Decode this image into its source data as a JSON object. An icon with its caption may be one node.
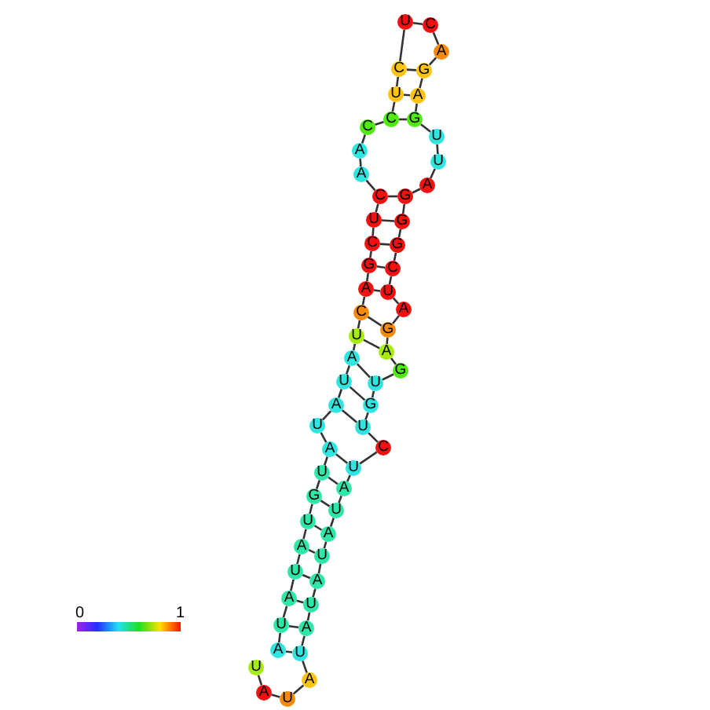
{
  "diagram": {
    "nodes": [
      {
        "text": [
          "A"
        ]
      },
      {
        "text": [
          "U"
        ]
      },
      {
        "text": [
          "A"
        ]
      },
      {
        "text": [
          "U"
        ]
      },
      {
        "text": [
          "A"
        ]
      },
      {
        "text": [
          "U"
        ]
      },
      {
        "text": [
          "G"
        ]
      },
      {
        "text": [
          "U"
        ]
      },
      {
        "text": [
          "A"
        ]
      },
      {
        "text": [
          "U"
        ]
      },
      {
        "text": [
          "A"
        ]
      },
      {
        "text": [
          "U"
        ]
      },
      {
        "text": [
          "A"
        ]
      },
      {
        "text": [
          "U"
        ]
      },
      {
        "text": [
          "C"
        ]
      },
      {
        "text": [
          "A"
        ]
      },
      {
        "text": [
          "G"
        ]
      },
      {
        "text": [
          "C"
        ]
      },
      {
        "text": [
          "U"
        ]
      },
      {
        "text": [
          "C"
        ]
      },
      {
        "text": [
          "A"
        ]
      },
      {
        "text": [
          "A"
        ]
      },
      {
        "text": [
          "C"
        ]
      },
      {
        "text": [
          "C"
        ]
      },
      {
        "text": [
          "U"
        ]
      },
      {
        "text": [
          "C"
        ]
      },
      {
        "text": [
          "U"
        ]
      },
      {
        "text": [
          "C"
        ]
      },
      {
        "text": [
          "A"
        ]
      },
      {
        "text": [
          "G"
        ]
      },
      {
        "text": [
          "A"
        ]
      },
      {
        "text": [
          "G"
        ]
      },
      {
        "text": [
          "U"
        ]
      },
      {
        "text": [
          "U"
        ]
      },
      {
        "text": [
          "A"
        ]
      },
      {
        "text": [
          "G"
        ]
      },
      {
        "text": [
          "G"
        ]
      },
      {
        "text": [
          "G"
        ]
      },
      {
        "text": [
          "C"
        ]
      },
      {
        "text": [
          "U"
        ]
      },
      {
        "text": [
          "A"
        ]
      },
      {
        "text": [
          "G"
        ]
      },
      {
        "text": [
          "A"
        ]
      },
      {
        "text": [
          "G"
        ]
      },
      {
        "text": [
          "U"
        ]
      },
      {
        "text": [
          "G"
        ]
      },
      {
        "text": [
          "U"
        ]
      },
      {
        "text": [
          "C"
        ]
      },
      {
        "text": [
          "U"
        ]
      },
      {
        "text": [
          "A"
        ]
      },
      {
        "text": [
          "U"
        ]
      },
      {
        "text": [
          "A"
        ]
      },
      {
        "text": [
          "U"
        ]
      },
      {
        "text": [
          "A"
        ]
      },
      {
        "text": [
          "U"
        ]
      },
      {
        "text": [
          "A"
        ]
      },
      {
        "text": [
          "U"
        ]
      },
      {
        "text": [
          "A"
        ]
      },
      {
        "text": [
          "U"
        ]
      },
      {
        "text": [
          "A"
        ]
      },
      {
        "text": [
          "U"
        ]
      }
    ],
    "edges": [
      {
        "from": 0,
        "to": 1,
        "arrow": "none"
      },
      {
        "from": 1,
        "to": 2,
        "arrow": "none"
      },
      {
        "from": 2,
        "to": 3,
        "arrow": "none"
      },
      {
        "from": 3,
        "to": 4,
        "arrow": "none"
      },
      {
        "from": 4,
        "to": 5,
        "arrow": "none"
      },
      {
        "from": 5,
        "to": 6,
        "arrow": "none"
      },
      {
        "from": 6,
        "to": 7,
        "arrow": "none"
      },
      {
        "from": 7,
        "to": 8,
        "arrow": "none"
      },
      {
        "from": 8,
        "to": 9,
        "arrow": "none"
      },
      {
        "from": 9,
        "to": 10,
        "arrow": "none"
      },
      {
        "from": 10,
        "to": 11,
        "arrow": "none"
      },
      {
        "from": 11,
        "to": 12,
        "arrow": "none"
      },
      {
        "from": 12,
        "to": 13,
        "arrow": "none"
      },
      {
        "from": 13,
        "to": 14,
        "arrow": "none"
      },
      {
        "from": 14,
        "to": 15,
        "arrow": "none"
      },
      {
        "from": 15,
        "to": 16,
        "arrow": "none"
      },
      {
        "from": 16,
        "to": 17,
        "arrow": "none"
      },
      {
        "from": 17,
        "to": 18,
        "arrow": "none"
      },
      {
        "from": 18,
        "to": 19,
        "arrow": "none"
      },
      {
        "from": 19,
        "to": 20,
        "arrow": "none"
      },
      {
        "from": 20,
        "to": 21,
        "arrow": "none"
      },
      {
        "from": 21,
        "to": 22,
        "arrow": "none"
      },
      {
        "from": 22,
        "to": 23,
        "arrow": "none"
      },
      {
        "from": 23,
        "to": 24,
        "arrow": "none"
      },
      {
        "from": 24,
        "to": 25,
        "arrow": "none"
      },
      {
        "from": 25,
        "to": 26,
        "arrow": "none"
      },
      {
        "from": 26,
        "to": 27,
        "arrow": "none"
      },
      {
        "from": 27,
        "to": 28,
        "arrow": "none"
      },
      {
        "from": 28,
        "to": 29,
        "arrow": "none"
      },
      {
        "from": 29,
        "to": 30,
        "arrow": "none"
      },
      {
        "from": 30,
        "to": 31,
        "arrow": "none"
      },
      {
        "from": 31,
        "to": 32,
        "arrow": "none"
      },
      {
        "from": 32,
        "to": 33,
        "arrow": "none"
      },
      {
        "from": 33,
        "to": 34,
        "arrow": "none"
      },
      {
        "from": 34,
        "to": 35,
        "arrow": "none"
      },
      {
        "from": 35,
        "to": 36,
        "arrow": "none"
      },
      {
        "from": 36,
        "to": 37,
        "arrow": "none"
      },
      {
        "from": 37,
        "to": 38,
        "arrow": "none"
      },
      {
        "from": 38,
        "to": 39,
        "arrow": "none"
      },
      {
        "from": 39,
        "to": 40,
        "arrow": "none"
      },
      {
        "from": 40,
        "to": 41,
        "arrow": "none"
      },
      {
        "from": 41,
        "to": 42,
        "arrow": "none"
      },
      {
        "from": 42,
        "to": 43,
        "arrow": "none"
      },
      {
        "from": 43,
        "to": 44,
        "arrow": "none"
      },
      {
        "from": 44,
        "to": 45,
        "arrow": "none"
      },
      {
        "from": 45,
        "to": 46,
        "arrow": "none"
      },
      {
        "from": 46,
        "to": 47,
        "arrow": "none"
      },
      {
        "from": 47,
        "to": 48,
        "arrow": "none"
      },
      {
        "from": 48,
        "to": 49,
        "arrow": "none"
      },
      {
        "from": 49,
        "to": 50,
        "arrow": "none"
      },
      {
        "from": 50,
        "to": 51,
        "arrow": "none"
      },
      {
        "from": 51,
        "to": 52,
        "arrow": "none"
      },
      {
        "from": 52,
        "to": 53,
        "arrow": "none"
      },
      {
        "from": 53,
        "to": 54,
        "arrow": "none"
      },
      {
        "from": 54,
        "to": 55,
        "arrow": "none"
      },
      {
        "from": 55,
        "to": 56,
        "arrow": "none"
      },
      {
        "from": 56,
        "to": 57,
        "arrow": "none"
      },
      {
        "from": 57,
        "to": 58,
        "arrow": "none"
      },
      {
        "from": 58,
        "to": 59,
        "arrow": "none"
      },
      {
        "from": 59,
        "to": 60,
        "arrow": "none"
      },
      {
        "from": 25,
        "to": 29,
        "arrow": "none"
      },
      {
        "from": 24,
        "to": 30,
        "arrow": "none"
      },
      {
        "from": 23,
        "to": 31,
        "arrow": "none"
      },
      {
        "from": 19,
        "to": 35,
        "arrow": "none"
      },
      {
        "from": 18,
        "to": 36,
        "arrow": "none"
      },
      {
        "from": 17,
        "to": 37,
        "arrow": "none"
      },
      {
        "from": 16,
        "to": 38,
        "arrow": "none"
      },
      {
        "from": 15,
        "to": 39,
        "arrow": "none"
      },
      {
        "from": 14,
        "to": 41,
        "arrow": "none"
      },
      {
        "from": 13,
        "to": 42,
        "arrow": "none"
      },
      {
        "from": 12,
        "to": 44,
        "arrow": "none"
      },
      {
        "from": 11,
        "to": 45,
        "arrow": "none"
      },
      {
        "from": 10,
        "to": 46,
        "arrow": "none"
      },
      {
        "from": 8,
        "to": 48,
        "arrow": "none"
      },
      {
        "from": 7,
        "to": 49,
        "arrow": "none"
      },
      {
        "from": 6,
        "to": 50,
        "arrow": "none"
      },
      {
        "from": 5,
        "to": 51,
        "arrow": "none"
      },
      {
        "from": 4,
        "to": 52,
        "arrow": "none"
      },
      {
        "from": 3,
        "to": 53,
        "arrow": "none"
      },
      {
        "from": 2,
        "to": 54,
        "arrow": "none"
      },
      {
        "from": 1,
        "to": 55,
        "arrow": "none"
      },
      {
        "from": 0,
        "to": 56,
        "arrow": "none"
      }
    ],
    "labels": [
      "0",
      "1"
    ]
  }
}
